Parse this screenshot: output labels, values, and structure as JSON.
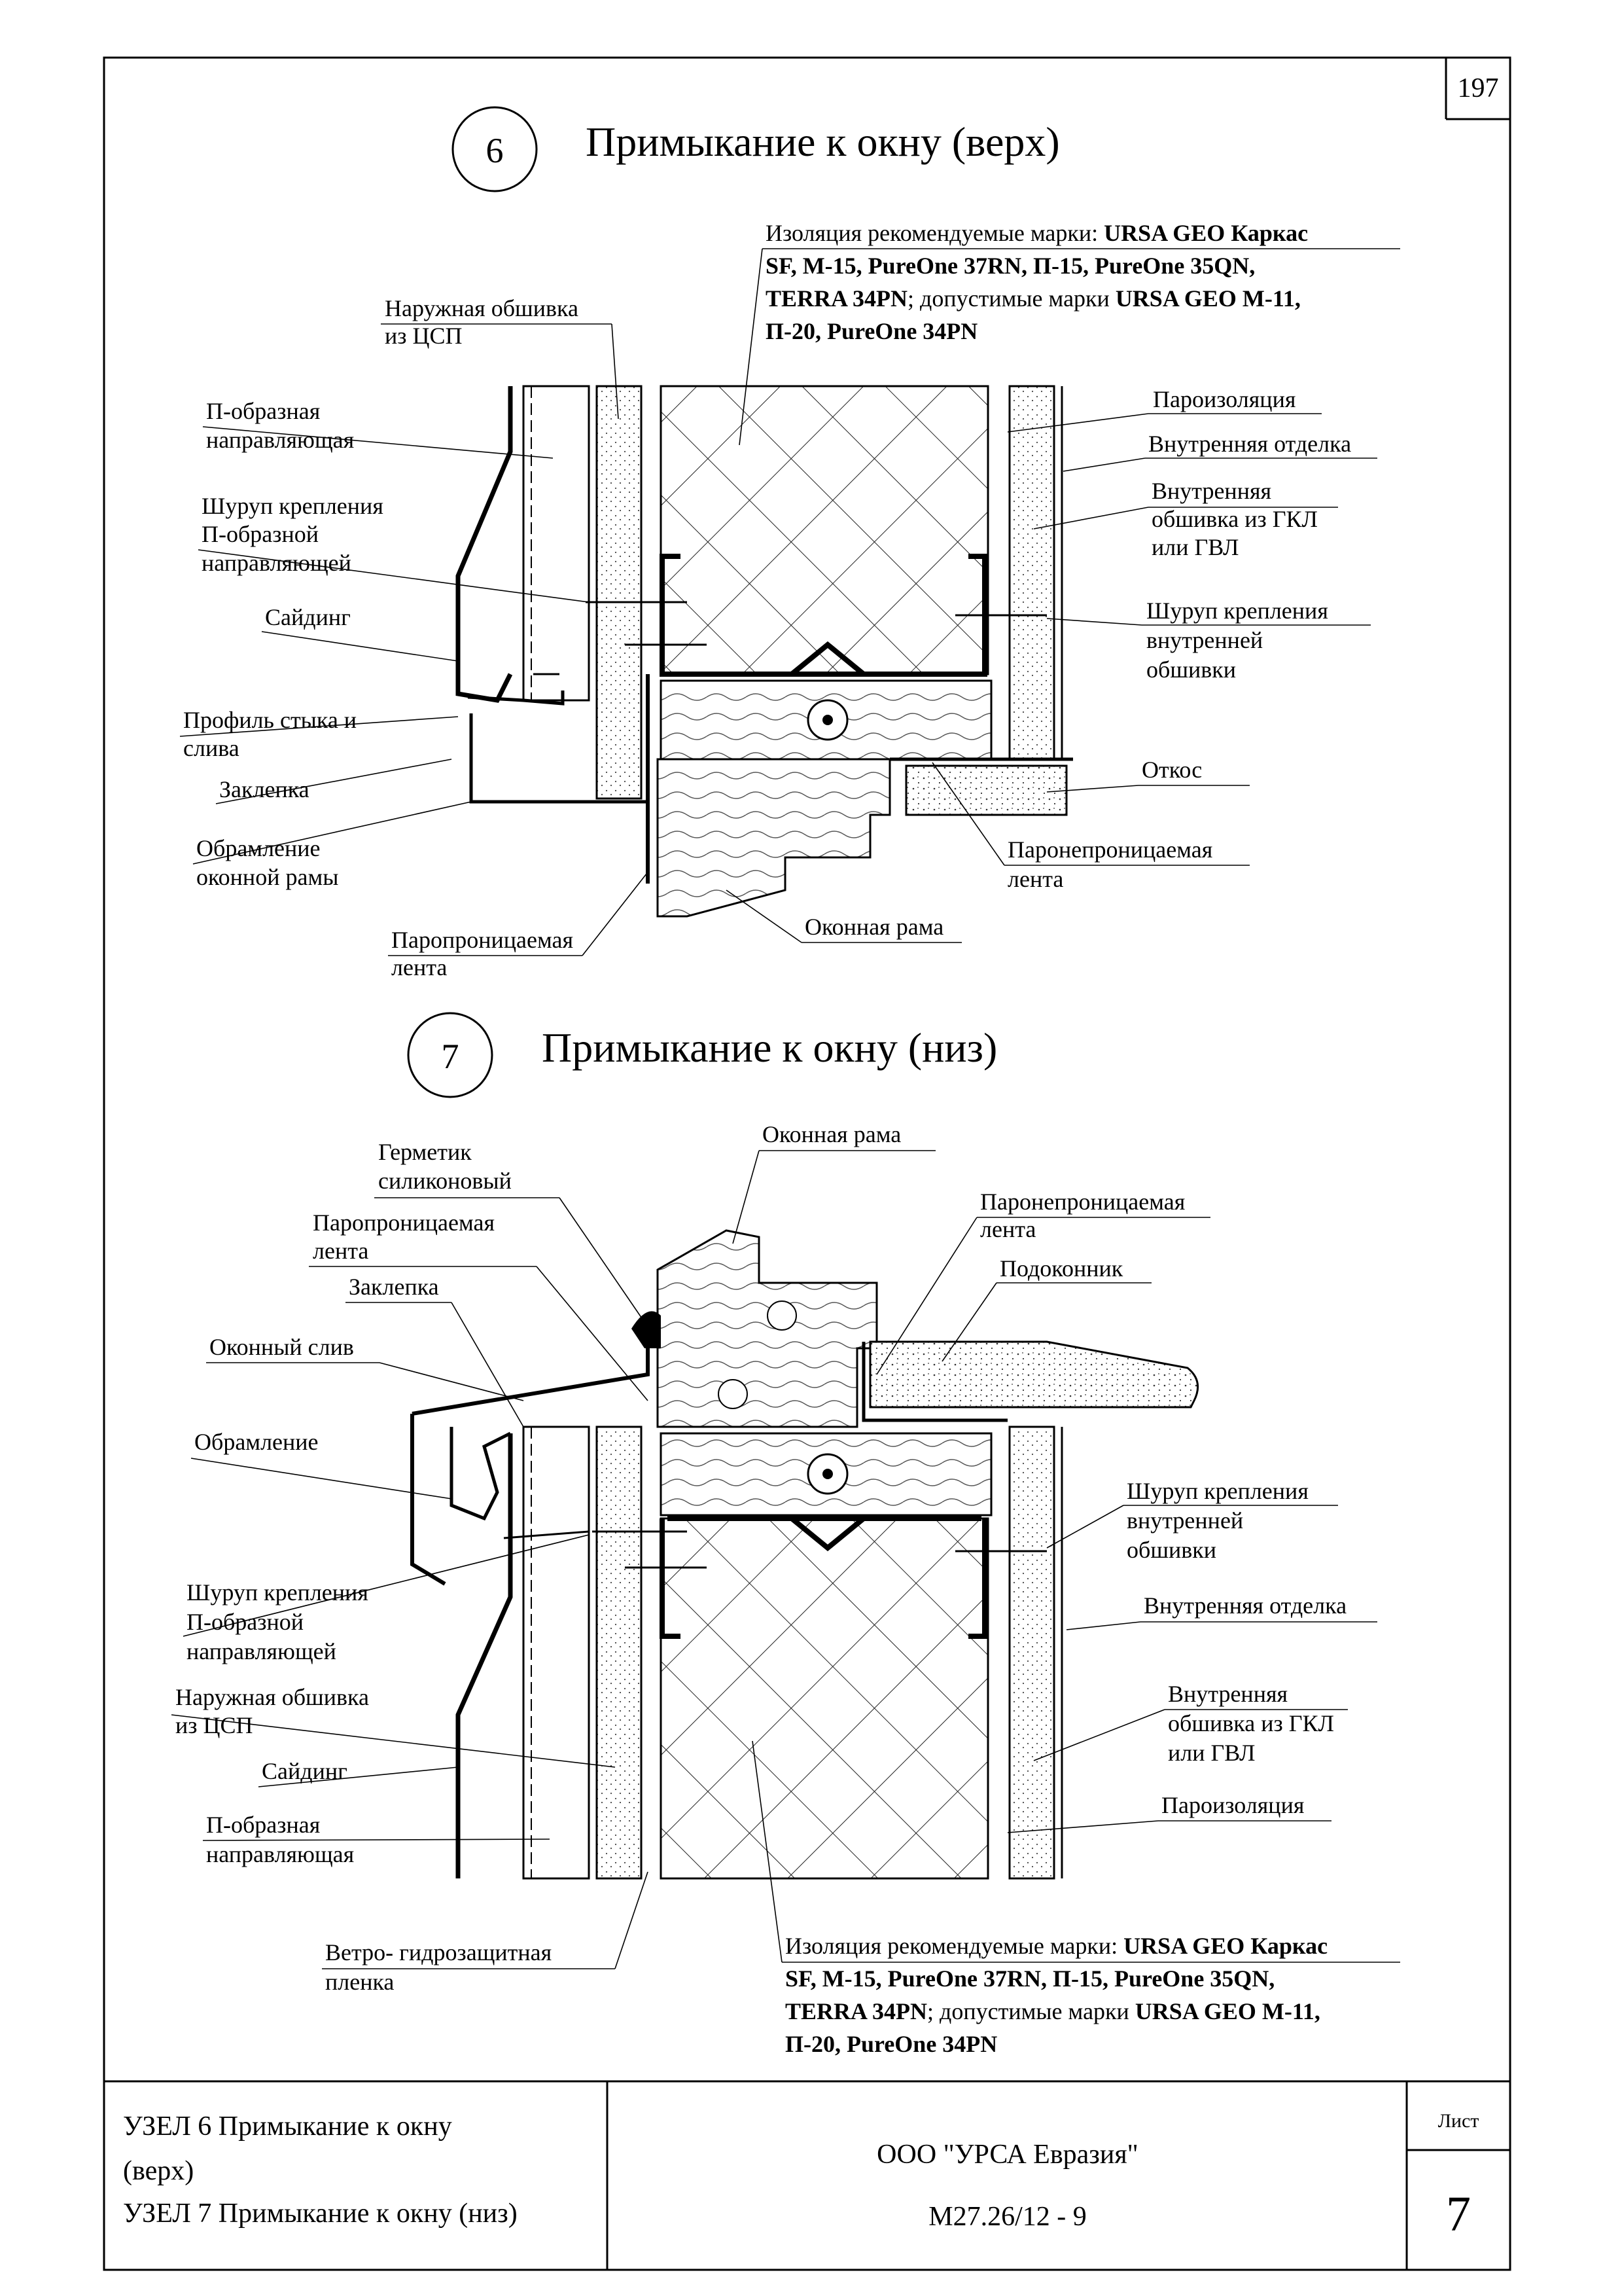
{
  "page_number": "197",
  "node6": {
    "number": "6",
    "title": "Примыкание к окну (верх)",
    "insulation": {
      "l1_a": "Изоляция рекомендуемые марки: ",
      "l1_b": "URSA GEO Каркас",
      "l2_b": "SF, M-15, PureOne 37RN, П-15, PureOne 35QN,",
      "l3_b1": "TERRA 34PN",
      "l3_a": "; допустимые марки ",
      "l3_b2": "URSA GEO M-11,",
      "l4_b": "П-20, PureOne 34PN"
    },
    "labels": {
      "outer_sheathing_1": "Наружная обшивка",
      "outer_sheathing_2": "из ЦСП",
      "p_guide_1": "П-образная",
      "p_guide_2": "направляющая",
      "screw_guide_1": "Шуруп крепления",
      "screw_guide_2": "П-образной",
      "screw_guide_3": "направляющей",
      "siding": "Сайдинг",
      "joint_profile_1": "Профиль стыка и",
      "joint_profile_2": "слива",
      "rivet": "Заклепка",
      "frame_trim_1": "Обрамление",
      "frame_trim_2": "оконной рамы",
      "permeable_tape_1": "Паропроницаемая",
      "permeable_tape_2": "лента",
      "window_frame": "Оконная рама",
      "impermeable_tape_1": "Паронепроницаемая",
      "impermeable_tape_2": "лента",
      "slope": "Откос",
      "screw_inner_1": "Шуруп крепления",
      "screw_inner_2": "внутренней",
      "screw_inner_3": "обшивки",
      "inner_sheathing_1": "Внутренняя",
      "inner_sheathing_2": "обшивка из ГКЛ",
      "inner_sheathing_3": "или ГВЛ",
      "inner_finish": "Внутренняя отделка",
      "vapor_barrier": "Пароизоляция"
    }
  },
  "node7": {
    "number": "7",
    "title": "Примыкание к окну (низ)",
    "insulation": {
      "l1_a": "Изоляция рекомендуемые марки: ",
      "l1_b": "URSA GEO Каркас",
      "l2_b": "SF, M-15, PureOne 37RN, П-15, PureOne 35QN,",
      "l3_b1": "TERRA 34PN",
      "l3_a": "; допустимые марки ",
      "l3_b2": "URSA GEO M-11,",
      "l4_b": "П-20, PureOne 34PN"
    },
    "labels": {
      "sealant_1": "Герметик",
      "sealant_2": "силиконовый",
      "permeable_tape_1": "Паропроницаемая",
      "permeable_tape_2": "лента",
      "rivet": "Заклепка",
      "drip": "Оконный слив",
      "trim": "Обрамление",
      "screw_guide_1": "Шуруп крепления",
      "screw_guide_2": "П-образной",
      "screw_guide_3": "направляющей",
      "outer_sheathing_1": "Наружная обшивка",
      "outer_sheathing_2": "из ЦСП",
      "siding": "Сайдинг",
      "p_guide_1": "П-образная",
      "p_guide_2": "направляющая",
      "wind_film_1": "Ветро- гидрозащитная",
      "wind_film_2": "пленка",
      "window_frame": "Оконная рама",
      "impermeable_tape_1": "Паронепроницаемая",
      "impermeable_tape_2": "лента",
      "sill": "Подоконник",
      "screw_inner_1": "Шуруп крепления",
      "screw_inner_2": "внутренней",
      "screw_inner_3": "обшивки",
      "inner_finish": "Внутренняя отделка",
      "inner_sheathing_1": "Внутренняя",
      "inner_sheathing_2": "обшивка из ГКЛ",
      "inner_sheathing_3": "или ГВЛ",
      "vapor_barrier": "Пароизоляция"
    }
  },
  "title_block": {
    "name_1": "УЗЕЛ 6 Примыкание к окну",
    "name_2": "(верх)",
    "name_3": "УЗЕЛ 7 Примыкание к окну (низ)",
    "company": "ООО \"УРСА Евразия\"",
    "code": "М27.26/12 - 9",
    "sheet_label": "Лист",
    "sheet_number": "7"
  }
}
